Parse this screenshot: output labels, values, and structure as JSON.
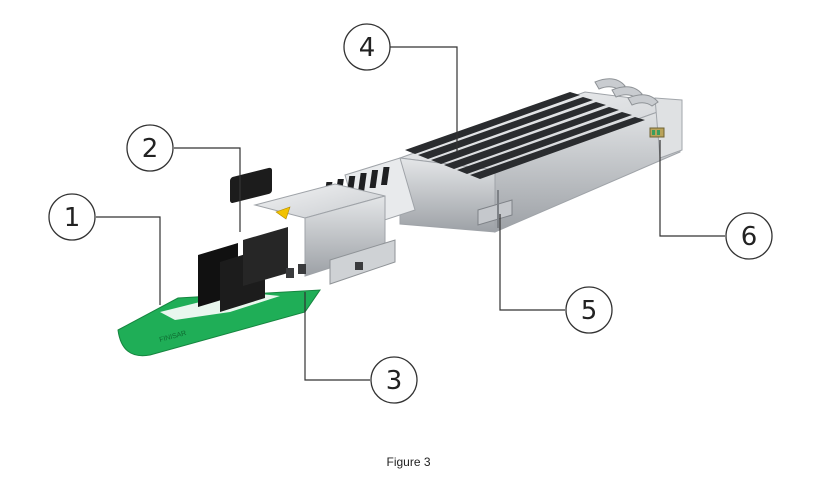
{
  "figure": {
    "caption": "Figure 3"
  },
  "callouts": [
    {
      "number": "1"
    },
    {
      "number": "2"
    },
    {
      "number": "3"
    },
    {
      "number": "4"
    },
    {
      "number": "5"
    },
    {
      "number": "6"
    }
  ],
  "colors": {
    "pull_tab": "#1fae57",
    "module_body": "#d6d9dc",
    "module_shadow": "#a9adb2",
    "connector": "#1c1c1c",
    "callout_stroke": "#333333"
  }
}
